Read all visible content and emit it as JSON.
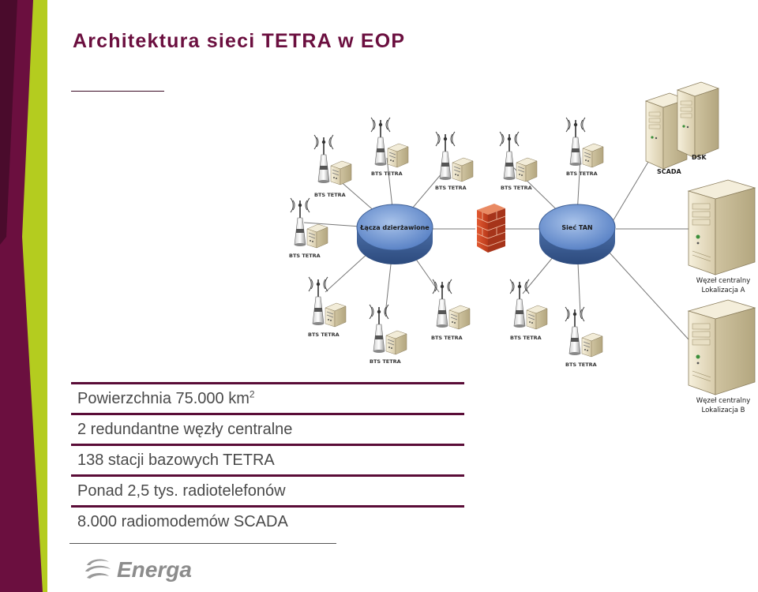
{
  "colors": {
    "accent": "#6b0f3f",
    "green": "#b4cc1f",
    "text": "#4a4a4a",
    "line": "#5a0c37"
  },
  "slide": {
    "title": "Architektura sieci TETRA w EOP"
  },
  "diagram": {
    "bts_label": "BTS TETRA",
    "hub_left": "Łącza dzierżawione",
    "hub_right": "Sieć TAN",
    "scada": "SCADA",
    "dsk": "DSK",
    "node_a": [
      "Węzeł centralny",
      "Lokalizacja A"
    ],
    "node_b": [
      "Węzeł centralny",
      "Lokalizacja B"
    ]
  },
  "facts": {
    "items": [
      {
        "text": "Powierzchnia 75.000 km",
        "sup": "2"
      },
      {
        "text": "2 redundantne węzły centralne"
      },
      {
        "text": "138 stacji bazowych TETRA"
      },
      {
        "text": "Ponad 2,5 tys. radiotelefonów"
      },
      {
        "text": "8.000 radiomodemów SCADA"
      }
    ]
  },
  "logo": {
    "icon": "energa-swirl-icon",
    "text": "Energa"
  }
}
